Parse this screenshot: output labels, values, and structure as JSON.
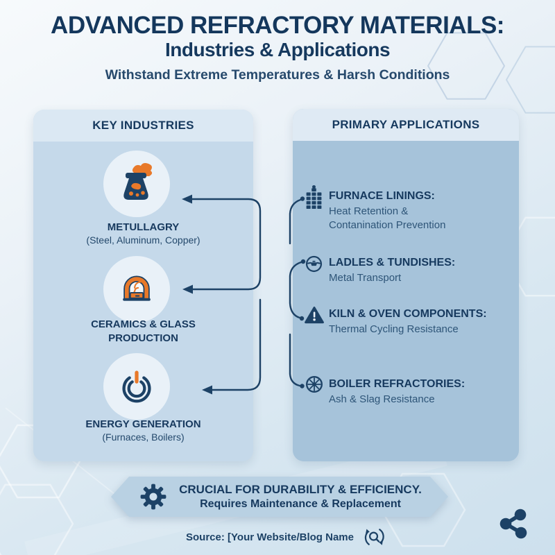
{
  "title": {
    "line1": "ADVANCED REFRACTORY MATERIALS:",
    "line2": "Industries & Applications",
    "subtitle": "Withstand Extreme Temperatures & Harsh Conditions"
  },
  "industries": {
    "header": "KEY INDUSTRIES",
    "items": [
      {
        "name": "METULLAGRY",
        "detail": "(Steel, Aluminum, Copper)",
        "icon": "furnace-crucible-icon"
      },
      {
        "name": "CERAMICS & GLASS PRODUCTION",
        "icon": "kiln-arch-icon"
      },
      {
        "name": "ENERGY GENERATION",
        "detail": "(Furnaces, Boilers)",
        "icon": "power-icon"
      }
    ]
  },
  "applications": {
    "header": "PRIMARY APPLICATIONS",
    "items": [
      {
        "title": "FURNACE LININGS:",
        "desc": "Heat Retention & Contanination Prevention",
        "icon": "brick-building-icon"
      },
      {
        "title": "LADLES & TUNDISHES:",
        "desc": "Metal Transport",
        "icon": "ladle-circle-icon"
      },
      {
        "title": "KILN & OVEN COMPONENTS:",
        "desc": "Thermal Cycling Resistance",
        "icon": "warning-triangle-icon"
      },
      {
        "title": "BOILER REFRACTORIES:",
        "desc": "Ash & Slag Resistance",
        "icon": "valve-wheel-icon"
      }
    ]
  },
  "banner": {
    "line1": "CRUCIAL FOR DURABILITY & EFFICIENCY.",
    "line2": "Requires Maintenance & Replacement",
    "icon": "gear-icon"
  },
  "footer": {
    "source_text": "Source: [Your Website/Blog Name",
    "icon": "magnifier-refresh-icon"
  },
  "share": {
    "icon": "share-icon"
  },
  "colors": {
    "navy": "#1d4266",
    "navy_dark": "#14375c",
    "orange": "#e8792a",
    "left_panel_body": "#c5d9ea",
    "right_panel_body": "#a6c3da",
    "panel_header": "#dde9f4",
    "icon_circle_bg": "#e9f1f8",
    "banner_bg": "#b9d1e3",
    "background_top": "#f7fafc",
    "background_bottom": "#cde0ed"
  }
}
